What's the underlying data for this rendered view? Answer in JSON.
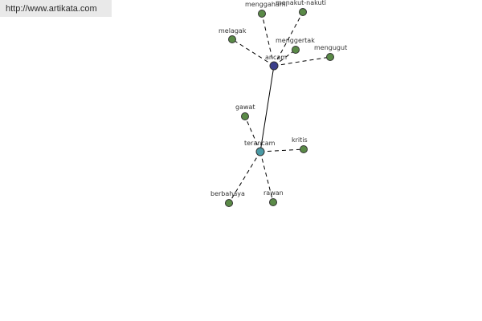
{
  "header": {
    "url_text": "http://www.artikata.com"
  },
  "colors": {
    "center_primary": "#3b3f8c",
    "center_secondary": "#4a9aa5",
    "leaf": "#5a8a47",
    "edge": "#000000"
  },
  "graph": {
    "nodes": [
      {
        "id": "ancam",
        "label": "ancam",
        "role": "center-primary"
      },
      {
        "id": "terancam",
        "label": "terancam",
        "role": "center-secondary"
      },
      {
        "id": "menggahami",
        "label": "menggahami",
        "role": "leaf"
      },
      {
        "id": "menakut-nakuti",
        "label": "menakut-nakuti",
        "role": "leaf"
      },
      {
        "id": "melagak",
        "label": "melagak",
        "role": "leaf"
      },
      {
        "id": "menggertak",
        "label": "menggertak",
        "role": "leaf"
      },
      {
        "id": "mengugut",
        "label": "mengugut",
        "role": "leaf"
      },
      {
        "id": "gawat",
        "label": "gawat",
        "role": "leaf"
      },
      {
        "id": "kritis",
        "label": "kritis",
        "role": "leaf"
      },
      {
        "id": "berbahaya",
        "label": "berbahaya",
        "role": "leaf"
      },
      {
        "id": "rawan",
        "label": "rawan",
        "role": "leaf"
      }
    ],
    "edges": [
      {
        "from": "ancam",
        "to": "terancam",
        "style": "solid"
      },
      {
        "from": "ancam",
        "to": "menggahami",
        "style": "dashed"
      },
      {
        "from": "ancam",
        "to": "menakut-nakuti",
        "style": "dashed"
      },
      {
        "from": "ancam",
        "to": "melagak",
        "style": "dashed"
      },
      {
        "from": "ancam",
        "to": "menggertak",
        "style": "dashed"
      },
      {
        "from": "ancam",
        "to": "mengugut",
        "style": "dashed"
      },
      {
        "from": "terancam",
        "to": "gawat",
        "style": "dashed"
      },
      {
        "from": "terancam",
        "to": "kritis",
        "style": "dashed"
      },
      {
        "from": "terancam",
        "to": "berbahaya",
        "style": "dashed"
      },
      {
        "from": "terancam",
        "to": "rawan",
        "style": "dashed"
      }
    ]
  }
}
